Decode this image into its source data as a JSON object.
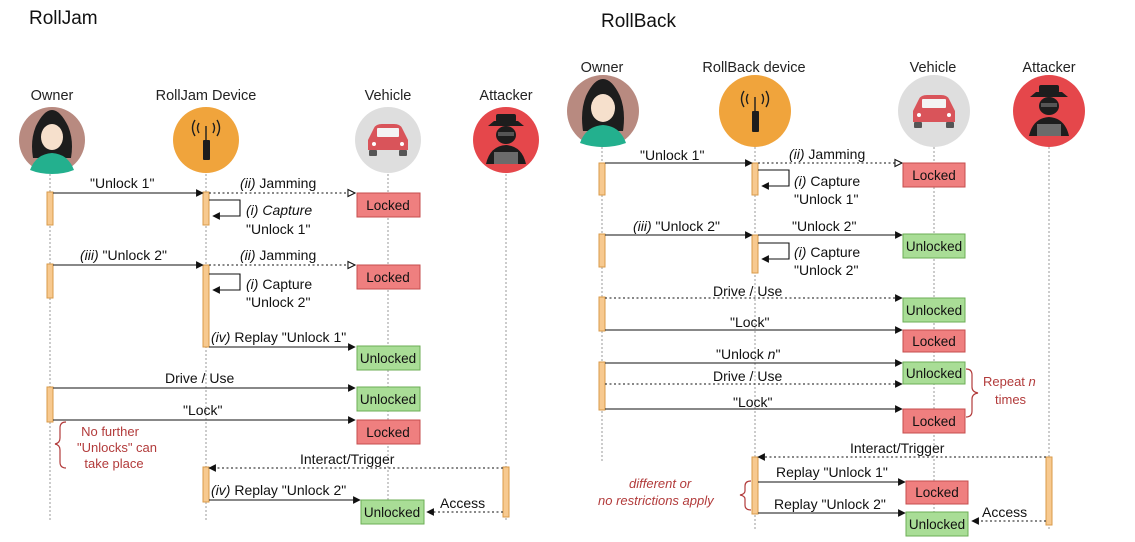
{
  "colors": {
    "locked_fill": "#ef7f7f",
    "locked_stroke": "#c64d4d",
    "unlocked_fill": "#a9dd96",
    "unlocked_stroke": "#6cae55",
    "activation": "#f7c98f",
    "note": "#b23b3b",
    "owner_bg": "#b88a80",
    "device_bg": "#f0a43c",
    "vehicle_bg": "#dedede",
    "attacker_bg": "#e5474b"
  },
  "icons": [
    "owner-icon",
    "radio-device-icon",
    "car-icon",
    "hacker-icon"
  ],
  "rolljam": {
    "title": "RollJam",
    "actors": {
      "owner": "Owner",
      "device": "RollJam Device",
      "vehicle": "Vehicle",
      "attacker": "Attacker"
    },
    "messages": {
      "unlock1": "\"Unlock 1\"",
      "jam1_num": "(ii)",
      "jam1_txt": " Jamming",
      "cap1_num": "(i)",
      "cap1_txt": " Capture",
      "cap1_val": "\"Unlock 1\"",
      "unlock2_num": "(iii)",
      "unlock2_txt": " \"Unlock 2\"",
      "jam2_num": "(ii)",
      "jam2_txt": " Jamming",
      "cap2_num": "(i)",
      "cap2_txt": " Capture",
      "cap2_val": "\"Unlock 2\"",
      "replay1_num": "(iv)",
      "replay1_txt": " Replay \"Unlock 1\"",
      "drive": "Drive / Use",
      "lock": "\"Lock\"",
      "interact": "Interact/Trigger",
      "replay2_num": "(iv)",
      "replay2_txt": " Replay \"Unlock 2\"",
      "access": "Access"
    },
    "note_lines": [
      "No further",
      "\"Unlocks\" can",
      "take place"
    ],
    "states": [
      "Locked",
      "Locked",
      "Unlocked",
      "Unlocked",
      "Locked",
      "Unlocked"
    ]
  },
  "rollback": {
    "title": "RollBack",
    "actors": {
      "owner": "Owner",
      "device": "RollBack device",
      "vehicle": "Vehicle",
      "attacker": "Attacker"
    },
    "messages": {
      "unlock1": "\"Unlock 1\"",
      "jam_num": "(ii)",
      "jam_txt": " Jamming",
      "cap1_num": "(i)",
      "cap1_txt": " Capture",
      "cap1_val": "\"Unlock 1\"",
      "unlock2_num": "(iii)",
      "unlock2_txt": " \"Unlock 2\"",
      "fwd2": "\"Unlock 2\"",
      "cap2_num": "(i)",
      "cap2_txt": " Capture",
      "cap2_val": "\"Unlock 2\"",
      "drive1": "Drive / Use",
      "lock1": "\"Lock\"",
      "unlockn_pre": "\"Unlock ",
      "unlockn_n": "n",
      "unlockn_post": "\"",
      "drive2": "Drive / Use",
      "lock2": "\"Lock\"",
      "interact": "Interact/Trigger",
      "replay1": "Replay \"Unlock 1\"",
      "replay2": "Replay \"Unlock 2\"",
      "access": "Access"
    },
    "repeat_pre": "Repeat ",
    "repeat_n": "n",
    "repeat_times": "times",
    "note_lines": [
      "different or",
      "no restrictions apply"
    ],
    "states": [
      "Locked",
      "Unlocked",
      "Unlocked",
      "Locked",
      "Unlocked",
      "Locked",
      "Locked",
      "Unlocked"
    ]
  }
}
